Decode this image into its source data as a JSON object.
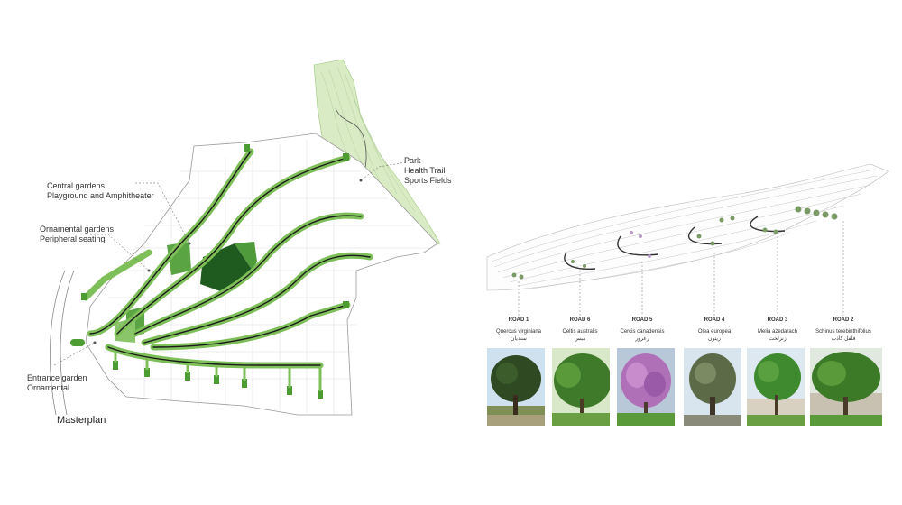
{
  "labels": {
    "park": [
      "Park",
      "Health Trail",
      "Sports Fields"
    ],
    "central": [
      "Central gardens",
      "Playground and Amphitheater"
    ],
    "ornamental": [
      "Ornamental gardens",
      "Peripheral seating"
    ],
    "entrance": [
      "Entrance garden",
      "Ornamental"
    ],
    "masterplan": "Masterplan"
  },
  "roads": [
    {
      "label": "ROAD 1",
      "species": "Quercus virginiana",
      "arabic": "سنديان"
    },
    {
      "label": "ROAD 6",
      "species": "Celtis australis",
      "arabic": "ميس"
    },
    {
      "label": "ROAD 5",
      "species": "Cercis canadensis",
      "arabic": "زعرور"
    },
    {
      "label": "ROAD 4",
      "species": "Olea europea",
      "arabic": "زيتون"
    },
    {
      "label": "ROAD 3",
      "species": "Melia azedarach",
      "arabic": "زنزلخت"
    },
    {
      "label": "ROAD 2",
      "species": "Schinus terebinthifolius",
      "arabic": "فلفل كاذب"
    }
  ],
  "colors": {
    "green": "#6ab04c",
    "light_green": "#cde6b0",
    "dark_green": "#1f5a1f",
    "black": "#1a1a1a"
  }
}
